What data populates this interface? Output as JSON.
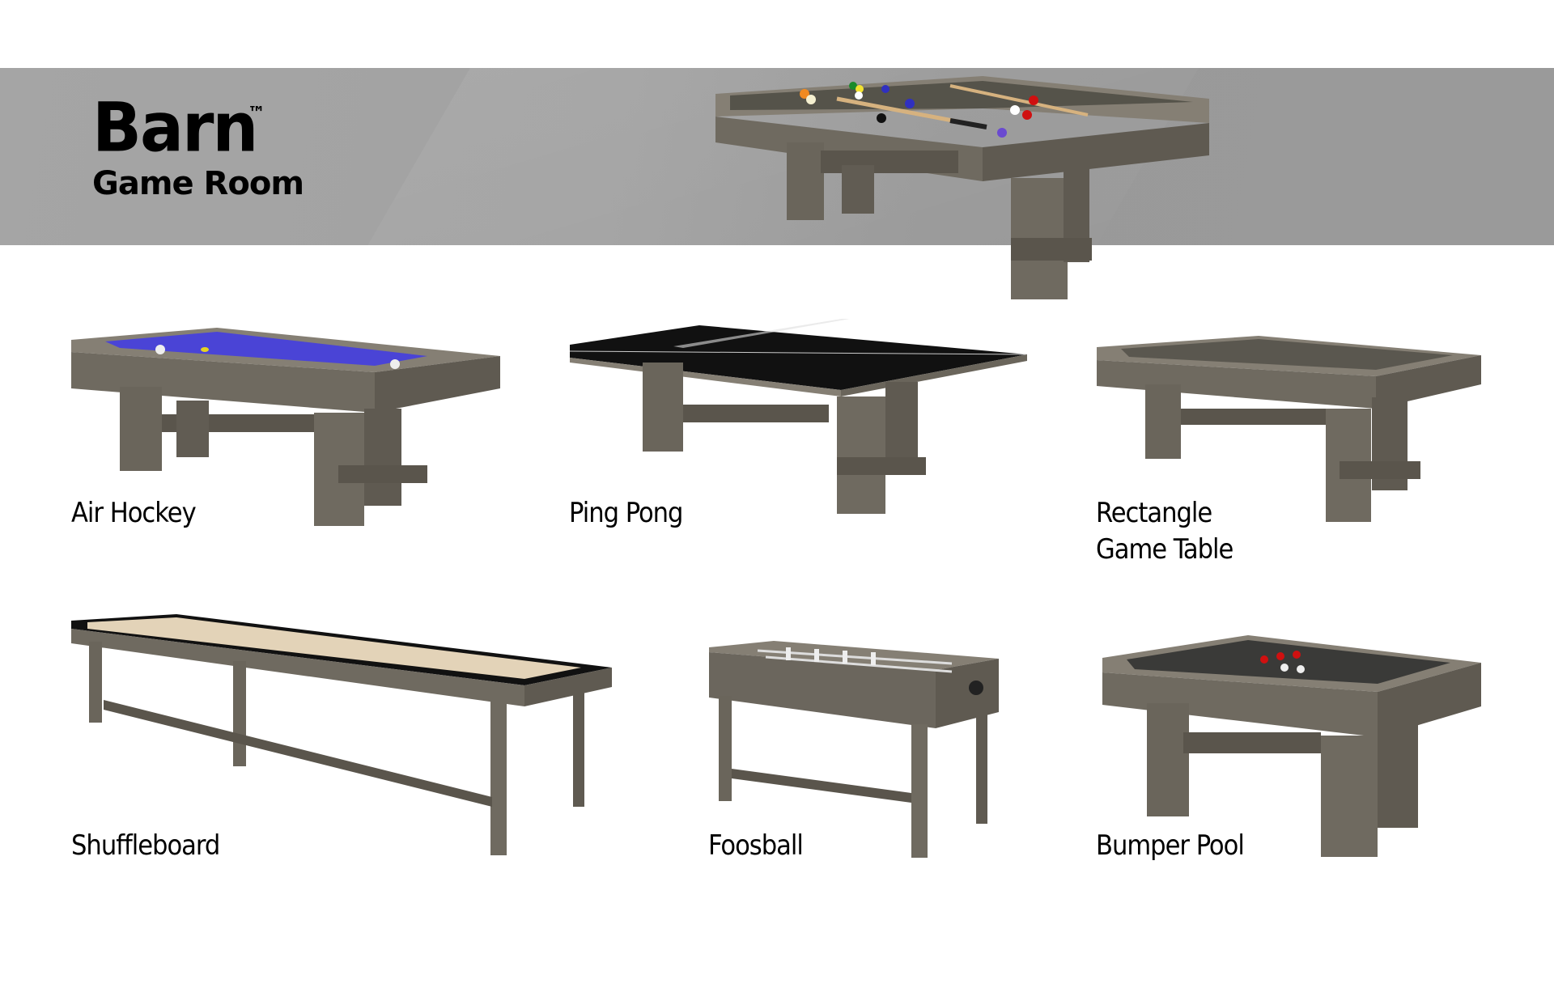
{
  "header": {
    "brand_name": "Barn",
    "trademark": "™",
    "subtitle": "Game Room",
    "banner_color": "#a0a0a0"
  },
  "hero_product": {
    "name": "Pool Table",
    "felt_color": "#55534a"
  },
  "products": [
    {
      "label": "Air Hockey",
      "surface_color": "#4a44d6"
    },
    {
      "label": "Ping Pong",
      "surface_color": "#111111"
    },
    {
      "label_line1": "Rectangle",
      "label_line2": "Game Table",
      "surface_color": "#5a574f"
    },
    {
      "label": "Shuffleboard",
      "surface_color": "#e3d3b8"
    },
    {
      "label": "Foosball",
      "surface_color": "#6b665d"
    },
    {
      "label": "Bumper Pool",
      "surface_color": "#3a3a38"
    }
  ],
  "colors": {
    "wood": "#6f6a60",
    "wood_dark": "#5a554c",
    "wood_light": "#857f74"
  }
}
